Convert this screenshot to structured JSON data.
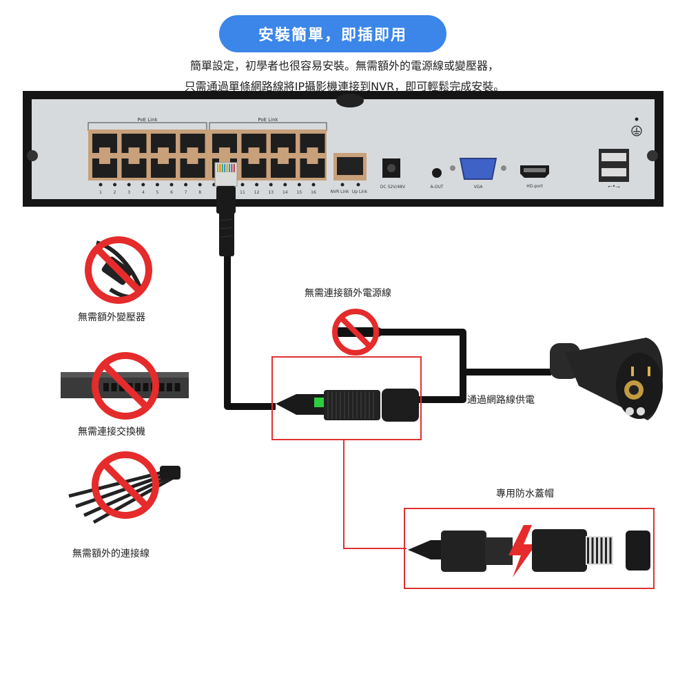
{
  "header": {
    "title": "安裝簡單，即插即用",
    "description_line1": "簡單設定，初學者也很容易安裝。無需額外的電源線或變壓器，",
    "description_line2": "只需通過單條網路線將IP攝影機連接到NVR，即可輕鬆完成安裝。"
  },
  "nvr": {
    "poe_group_label_1": "PoE Link",
    "poe_group_label_2": "PoE Link",
    "port_numbers": [
      "1",
      "2",
      "3",
      "4",
      "5",
      "6",
      "7",
      "8",
      "",
      "",
      "11",
      "12",
      "13",
      "14",
      "15",
      "16"
    ],
    "nvr_link_label": "NVR Link",
    "up_link_label": "Up Link",
    "dc_label": "DC 52V/48V",
    "aout_label": "A-OUT",
    "vga_label": "VGA",
    "hdmi_label": "HD-port",
    "usb_symbol": "⭠•⭢"
  },
  "labels": {
    "no_adapter": "無需額外變壓器",
    "no_switch": "無需連接交換機",
    "no_extra_cable": "無需額外的連接線",
    "no_power_cable": "無需連接額外電源線",
    "poe_power": "通過網路線供電",
    "waterproof_cap": "專用防水蓋帽"
  },
  "colors": {
    "accent_blue": "#3b86e8",
    "prohibit_red": "#e52b2b",
    "highlight_red": "#e03030",
    "led_green": "#2ecc40",
    "cable_black": "#111111"
  }
}
